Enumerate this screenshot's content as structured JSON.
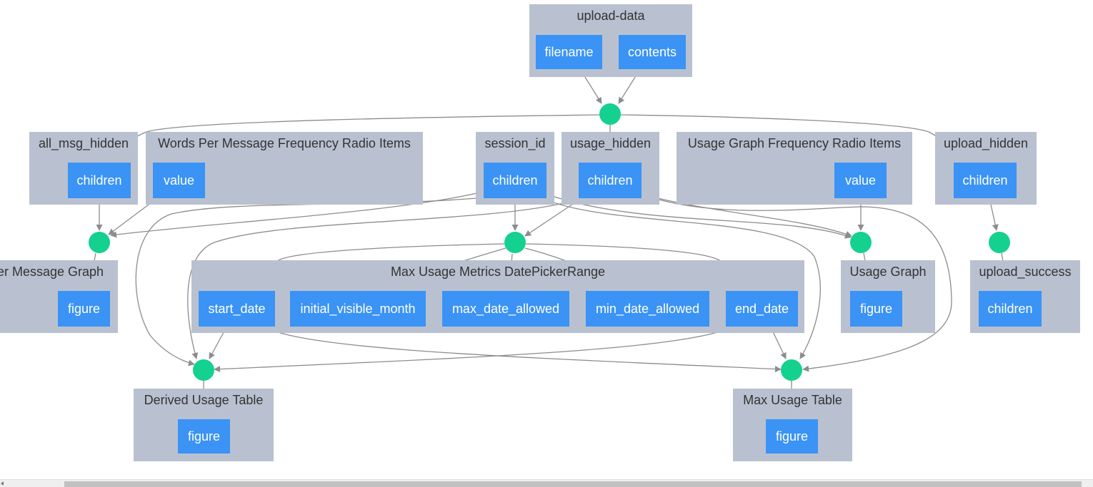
{
  "groups": {
    "upload_data": {
      "title": "upload-data",
      "props": {
        "filename": "filename",
        "contents": "contents"
      }
    },
    "all_msg_hidden": {
      "title": "all_msg_hidden",
      "props": {
        "children": "children"
      }
    },
    "words_radio": {
      "title": "Words Per Message Frequency Radio Items",
      "props": {
        "value": "value"
      }
    },
    "session_id": {
      "title": "session_id",
      "props": {
        "children": "children"
      }
    },
    "usage_hidden": {
      "title": "usage_hidden",
      "props": {
        "children": "children"
      }
    },
    "usage_radio": {
      "title": "Usage Graph Frequency Radio Items",
      "props": {
        "value": "value"
      }
    },
    "upload_hidden": {
      "title": "upload_hidden",
      "props": {
        "children": "children"
      }
    },
    "words_graph": {
      "title": "er Message Graph",
      "props": {
        "figure": "figure"
      }
    },
    "date_picker": {
      "title": "Max Usage Metrics DatePickerRange",
      "props": {
        "start_date": "start_date",
        "initial_visible_month": "initial_visible_month",
        "max_date_allowed": "max_date_allowed",
        "min_date_allowed": "min_date_allowed",
        "end_date": "end_date"
      }
    },
    "usage_graph": {
      "title": "Usage Graph",
      "props": {
        "figure": "figure"
      }
    },
    "upload_success": {
      "title": "upload_success",
      "props": {
        "children": "children"
      }
    },
    "derived_table": {
      "title": "Derived Usage Table",
      "props": {
        "figure": "figure"
      }
    },
    "max_table": {
      "title": "Max Usage Table",
      "props": {
        "figure": "figure"
      }
    }
  },
  "colors": {
    "group_bg": "#b9c1d0",
    "prop_bg": "#3a93f5",
    "callback_node": "#14d18f",
    "edge": "#8c8c8c"
  }
}
